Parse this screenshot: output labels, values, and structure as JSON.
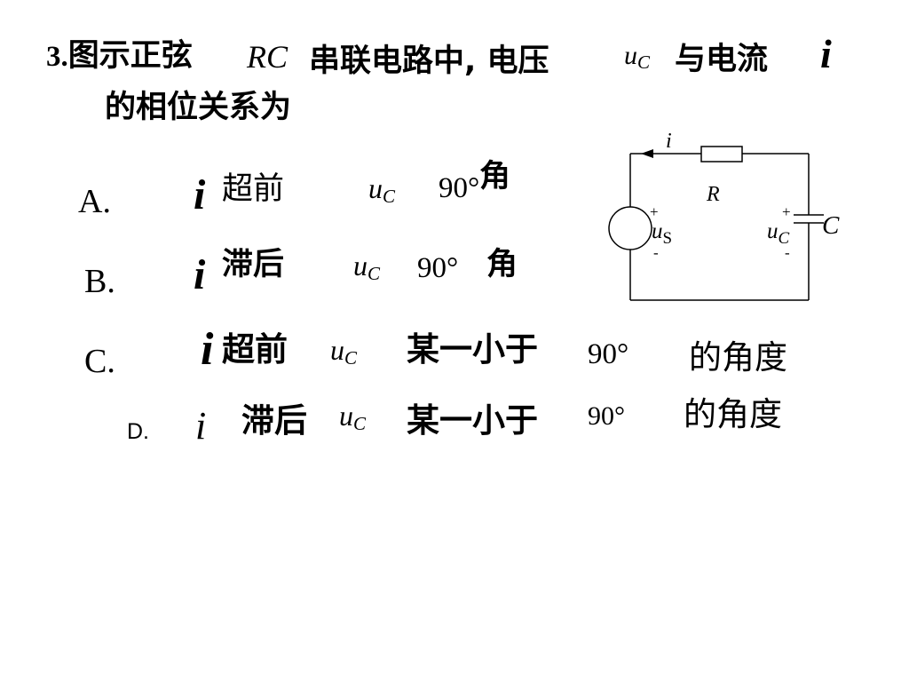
{
  "question": {
    "number": "3.",
    "line1_part1": "图示正弦",
    "rc": "RC",
    "line1_part2": "串联电路中, 电压",
    "u_var": "u",
    "u_sub": "C",
    "line1_part3": "与电流",
    "i_var": "i",
    "line2": "的相位关系为"
  },
  "options": [
    {
      "letter": "A.",
      "i": "i",
      "verb": "超前",
      "u": "u",
      "u_sub": "C",
      "degree": "90°",
      "tail": "角"
    },
    {
      "letter": "B.",
      "i": "i",
      "verb": "滞后",
      "u": "u",
      "u_sub": "C",
      "degree": "90°",
      "tail": "角"
    },
    {
      "letter": "C.",
      "i": "i",
      "verb": "超前",
      "u": "u",
      "u_sub": "C",
      "phrase": "某一小于",
      "degree": "90°",
      "tail": "的角度"
    },
    {
      "letter": "D.",
      "i": "i",
      "verb": "滞后",
      "u": "u",
      "u_sub": "C",
      "phrase": "某一小于",
      "degree": "90°",
      "tail": "的角度"
    }
  ],
  "circuit": {
    "current_label": "i",
    "resistor_label": "R",
    "capacitor_label": "C",
    "source_plus": "+",
    "source_minus": "-",
    "source_u": "u",
    "source_sub": "S",
    "cap_plus": "+",
    "cap_minus": "-",
    "cap_u": "u",
    "cap_sub": "C"
  }
}
